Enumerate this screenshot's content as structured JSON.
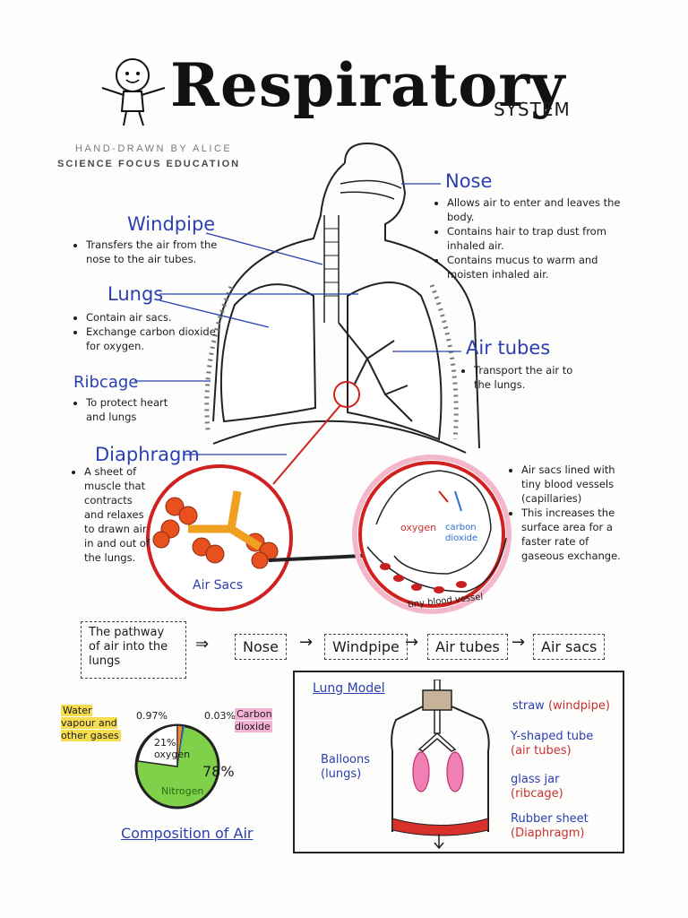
{
  "title": "Respiratory",
  "subtitle": "SYSTEM",
  "credit_line1": "HAND-DRAWN BY ALICE",
  "credit_line2": "SCIENCE FOCUS EDUCATION",
  "labels": {
    "nose": {
      "title": "Nose",
      "points": [
        "Allows air to enter and leaves the body.",
        "Contains hair to trap dust from inhaled air.",
        "Contains mucus to warm and moisten inhaled air."
      ]
    },
    "windpipe": {
      "title": "Windpipe",
      "points": [
        "Transfers the air from the nose to the air tubes."
      ]
    },
    "lungs": {
      "title": "Lungs",
      "points": [
        "Contain air sacs.",
        "Exchange carbon dioxide for oxygen."
      ]
    },
    "air_tubes": {
      "title": "Air tubes",
      "points": [
        "Transport the air to the lungs."
      ]
    },
    "ribcage": {
      "title": "Ribcage",
      "points": [
        "To protect heart and lungs"
      ]
    },
    "diaphragm": {
      "title": "Diaphragm",
      "points": [
        "A sheet of muscle that contracts and relaxes to drawn air in and out of the lungs."
      ]
    }
  },
  "air_sacs_label": "Air Sacs",
  "gas_exchange": {
    "oxygen": "oxygen",
    "carbon_dioxide": "carbon dioxide",
    "vessel": "tiny blood vessel",
    "notes": [
      "Air sacs lined with tiny blood vessels (capillaries)",
      "This increases the surface area for a faster rate of gaseous exchange."
    ]
  },
  "pathway": {
    "intro": "The pathway of air into the lungs",
    "steps": [
      "Nose",
      "Windpipe",
      "Air tubes",
      "Air sacs"
    ]
  },
  "composition": {
    "title": "Composition of Air",
    "slices": [
      {
        "name": "Nitrogen",
        "value": "78%",
        "pct": 78,
        "color": "#7fd14a"
      },
      {
        "name": "oxygen",
        "value": "21%",
        "pct": 21,
        "color": "#ffffff"
      },
      {
        "name": "Water vapour and other gases",
        "value": "0.97%",
        "pct": 0.97,
        "color": "#f08a2a"
      },
      {
        "name": "Carbon dioxide",
        "value": "0.03%",
        "pct": 0.03,
        "color": "#2a6fd0"
      }
    ]
  },
  "lung_model": {
    "title": "Lung Model",
    "parts": [
      {
        "name": "straw",
        "part": "(windpipe)"
      },
      {
        "name": "Y-shaped tube",
        "part": "(air tubes)"
      },
      {
        "name": "glass jar",
        "part": "(ribcage)"
      },
      {
        "name": "Rubber sheet",
        "part": "(Diaphragm)"
      }
    ],
    "balloons": "Balloons",
    "balloons_part": "(lungs)"
  }
}
